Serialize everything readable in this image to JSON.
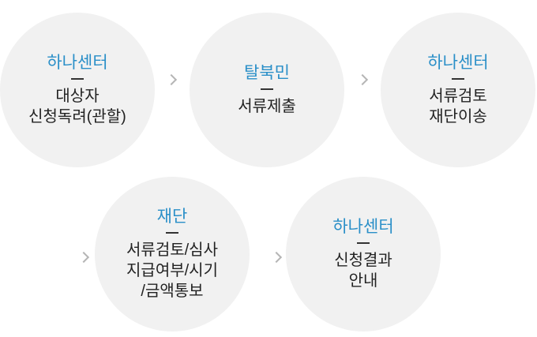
{
  "accent_color": "#2a8fc8",
  "steps": [
    {
      "title": "하나센터",
      "desc": "대상자\n신청독려(관할)"
    },
    {
      "title": "탈북민",
      "desc": "서류제출"
    },
    {
      "title": "하나센터",
      "desc": "서류검토\n재단이송"
    },
    {
      "title": "재단",
      "desc": "서류검토/심사\n지급여부/시기\n/금액통보"
    },
    {
      "title": "하나센터",
      "desc": "신청결과\n안내"
    }
  ]
}
